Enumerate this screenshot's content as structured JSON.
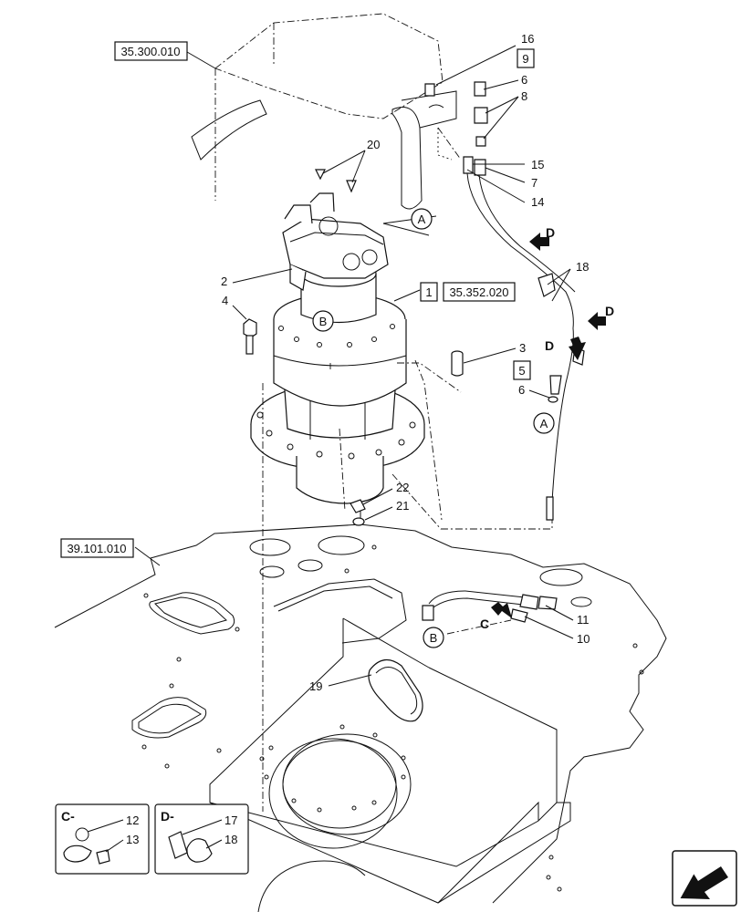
{
  "references": [
    "35.300.010",
    "35.352.020",
    "39.101.010"
  ],
  "boxed_items": [
    "9",
    "1",
    "5"
  ],
  "callouts": [
    "16",
    "6",
    "8",
    "15",
    "7",
    "14",
    "18",
    "20",
    "2",
    "4",
    "3",
    "6",
    "22",
    "21",
    "11",
    "10",
    "19"
  ],
  "circle_markers": [
    "A",
    "B",
    "A",
    "B"
  ],
  "view_markers": [
    "D",
    "D",
    "D",
    "C"
  ],
  "inset_c": {
    "title": "C-",
    "labels": [
      "12",
      "13"
    ]
  },
  "inset_d": {
    "title": "D-",
    "labels": [
      "17",
      "18"
    ]
  },
  "icons": [
    "arrow-icon",
    "navigation-arrow-icon"
  ]
}
